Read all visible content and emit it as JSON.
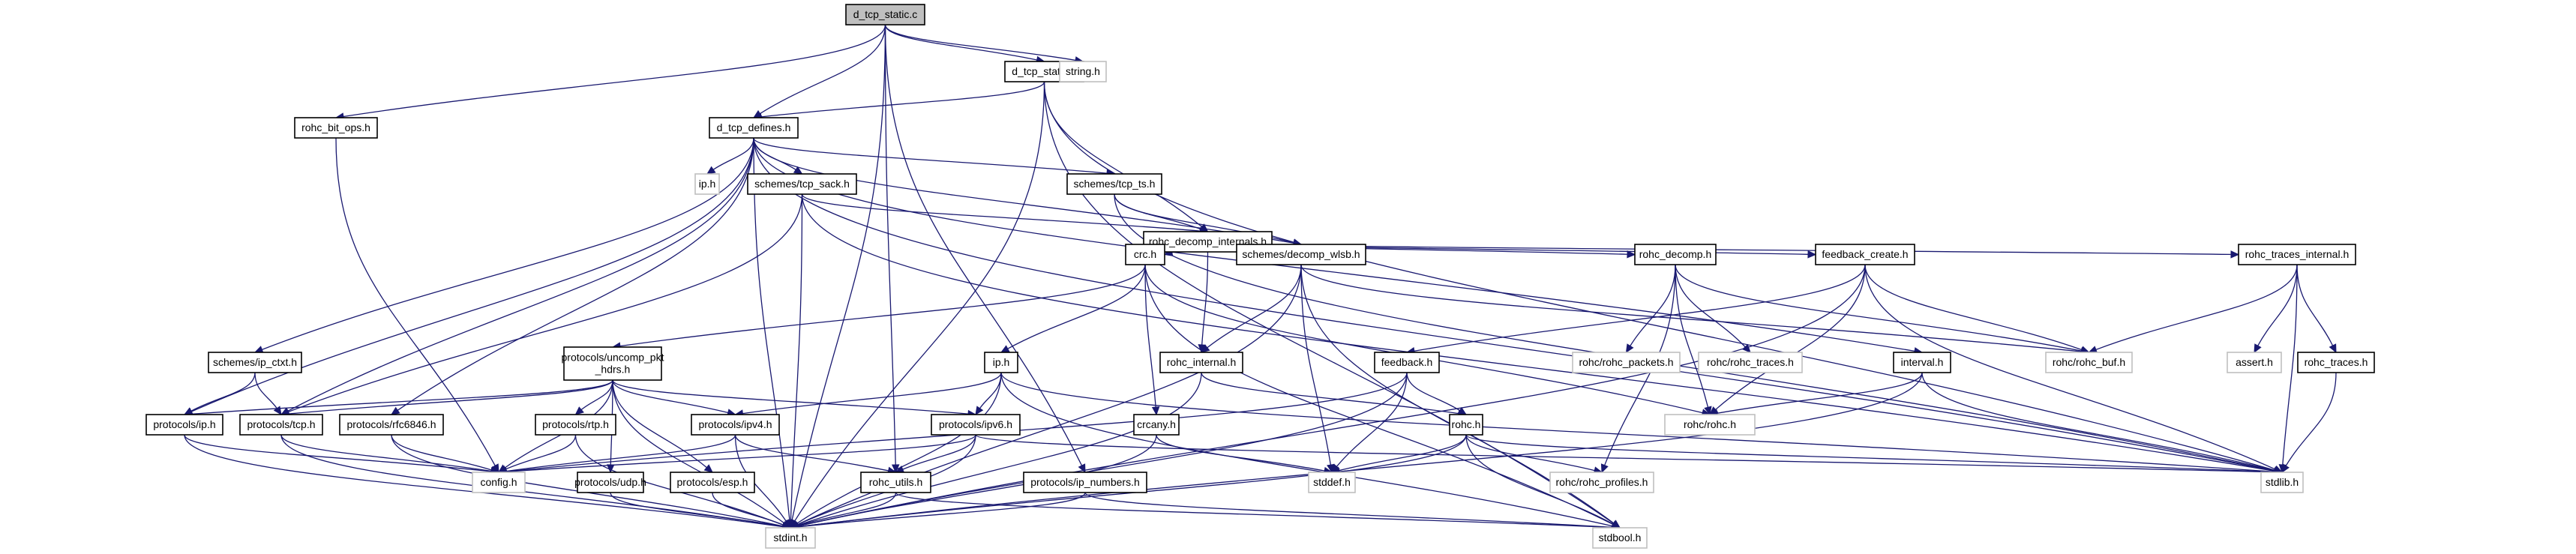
{
  "title": "Include dependency graph for d_tcp_static.c",
  "colors": {
    "edge": "#191970",
    "node_border": "#000000",
    "external_border": "#bfbfbf",
    "root_fill": "#bfbfbf"
  },
  "nodes": [
    {
      "id": "d_tcp_static_c",
      "label": "d_tcp_static.c",
      "kind": "root"
    },
    {
      "id": "rohc_bit_ops_h",
      "label": "rohc_bit_ops.h",
      "kind": "internal"
    },
    {
      "id": "d_tcp_defines_h",
      "label": "d_tcp_defines.h",
      "kind": "internal"
    },
    {
      "id": "d_tcp_static_h",
      "label": "d_tcp_static.h",
      "kind": "internal"
    },
    {
      "id": "string_h",
      "label": "string.h",
      "kind": "external"
    },
    {
      "id": "ip_h_ext",
      "label": "ip.h",
      "kind": "external"
    },
    {
      "id": "tcp_sack_h",
      "label": "schemes/tcp_sack.h",
      "kind": "internal"
    },
    {
      "id": "tcp_ts_h",
      "label": "schemes/tcp_ts.h",
      "kind": "internal"
    },
    {
      "id": "rohc_decomp_internals_h",
      "label": "rohc_decomp_internals.h",
      "kind": "internal"
    },
    {
      "id": "crc_h",
      "label": "crc.h",
      "kind": "internal"
    },
    {
      "id": "decomp_wlsb_h",
      "label": "schemes/decomp_wlsb.h",
      "kind": "internal"
    },
    {
      "id": "rohc_decomp_h",
      "label": "rohc_decomp.h",
      "kind": "internal"
    },
    {
      "id": "feedback_create_h",
      "label": "feedback_create.h",
      "kind": "internal"
    },
    {
      "id": "rohc_traces_internal_h",
      "label": "rohc_traces_internal.h",
      "kind": "internal"
    },
    {
      "id": "ip_ctxt_h",
      "label": "schemes/ip_ctxt.h",
      "kind": "internal"
    },
    {
      "id": "uncomp_pkt_hdrs_h",
      "label": "protocols/uncomp_pkt\n_hdrs.h",
      "kind": "internal"
    },
    {
      "id": "ip_h",
      "label": "ip.h",
      "kind": "internal"
    },
    {
      "id": "rohc_internal_h",
      "label": "rohc_internal.h",
      "kind": "internal"
    },
    {
      "id": "feedback_h",
      "label": "feedback.h",
      "kind": "internal"
    },
    {
      "id": "rohc_packets_h",
      "label": "rohc/rohc_packets.h",
      "kind": "external"
    },
    {
      "id": "rohc_traces_h_ext",
      "label": "rohc/rohc_traces.h",
      "kind": "external"
    },
    {
      "id": "interval_h",
      "label": "interval.h",
      "kind": "internal"
    },
    {
      "id": "rohc_buf_h",
      "label": "rohc/rohc_buf.h",
      "kind": "external"
    },
    {
      "id": "assert_h",
      "label": "assert.h",
      "kind": "external"
    },
    {
      "id": "rohc_traces_h",
      "label": "rohc_traces.h",
      "kind": "internal"
    },
    {
      "id": "protocols_ip_h",
      "label": "protocols/ip.h",
      "kind": "internal"
    },
    {
      "id": "protocols_tcp_h",
      "label": "protocols/tcp.h",
      "kind": "internal"
    },
    {
      "id": "rfc6846_h",
      "label": "protocols/rfc6846.h",
      "kind": "internal"
    },
    {
      "id": "rtp_h",
      "label": "protocols/rtp.h",
      "kind": "internal"
    },
    {
      "id": "ipv4_h",
      "label": "protocols/ipv4.h",
      "kind": "internal"
    },
    {
      "id": "ipv6_h",
      "label": "protocols/ipv6.h",
      "kind": "internal"
    },
    {
      "id": "crcany_h",
      "label": "crcany.h",
      "kind": "internal"
    },
    {
      "id": "rohc_h",
      "label": "rohc.h",
      "kind": "internal"
    },
    {
      "id": "rohc_rohc_h",
      "label": "rohc/rohc.h",
      "kind": "external"
    },
    {
      "id": "config_h",
      "label": "config.h",
      "kind": "external"
    },
    {
      "id": "udp_h",
      "label": "protocols/udp.h",
      "kind": "internal"
    },
    {
      "id": "esp_h",
      "label": "protocols/esp.h",
      "kind": "internal"
    },
    {
      "id": "rohc_utils_h",
      "label": "rohc_utils.h",
      "kind": "internal"
    },
    {
      "id": "ip_numbers_h",
      "label": "protocols/ip_numbers.h",
      "kind": "internal"
    },
    {
      "id": "stddef_h",
      "label": "stddef.h",
      "kind": "external"
    },
    {
      "id": "rohc_profiles_h",
      "label": "rohc/rohc_profiles.h",
      "kind": "external"
    },
    {
      "id": "stdlib_h",
      "label": "stdlib.h",
      "kind": "external"
    },
    {
      "id": "stdint_h",
      "label": "stdint.h",
      "kind": "external"
    },
    {
      "id": "stdbool_h",
      "label": "stdbool.h",
      "kind": "external"
    }
  ],
  "edges": [
    [
      "d_tcp_static_c",
      "rohc_bit_ops_h"
    ],
    [
      "d_tcp_static_c",
      "d_tcp_defines_h"
    ],
    [
      "d_tcp_static_c",
      "d_tcp_static_h"
    ],
    [
      "d_tcp_static_c",
      "string_h"
    ],
    [
      "d_tcp_static_c",
      "rohc_utils_h"
    ],
    [
      "d_tcp_static_c",
      "ip_numbers_h"
    ],
    [
      "d_tcp_static_c",
      "stdint_h"
    ],
    [
      "d_tcp_static_h",
      "d_tcp_defines_h"
    ],
    [
      "d_tcp_static_h",
      "rohc_decomp_internals_h"
    ],
    [
      "d_tcp_static_h",
      "stdint_h"
    ],
    [
      "d_tcp_static_h",
      "stdbool_h"
    ],
    [
      "d_tcp_static_h",
      "stdlib_h"
    ],
    [
      "rohc_bit_ops_h",
      "config_h"
    ],
    [
      "d_tcp_defines_h",
      "ip_h_ext"
    ],
    [
      "d_tcp_defines_h",
      "tcp_sack_h"
    ],
    [
      "d_tcp_defines_h",
      "tcp_ts_h"
    ],
    [
      "d_tcp_defines_h",
      "decomp_wlsb_h"
    ],
    [
      "d_tcp_defines_h",
      "ip_ctxt_h"
    ],
    [
      "d_tcp_defines_h",
      "protocols_ip_h"
    ],
    [
      "d_tcp_defines_h",
      "protocols_tcp_h"
    ],
    [
      "d_tcp_defines_h",
      "rfc6846_h"
    ],
    [
      "d_tcp_defines_h",
      "interval_h"
    ],
    [
      "d_tcp_defines_h",
      "stdint_h"
    ],
    [
      "d_tcp_defines_h",
      "stdlib_h"
    ],
    [
      "tcp_sack_h",
      "rohc_decomp_internals_h"
    ],
    [
      "tcp_sack_h",
      "protocols_tcp_h"
    ],
    [
      "tcp_sack_h",
      "stdint_h"
    ],
    [
      "tcp_sack_h",
      "stdlib_h"
    ],
    [
      "tcp_ts_h",
      "rohc_decomp_internals_h"
    ],
    [
      "tcp_ts_h",
      "decomp_wlsb_h"
    ],
    [
      "tcp_ts_h",
      "stdlib_h"
    ],
    [
      "rohc_decomp_internals_h",
      "crc_h"
    ],
    [
      "rohc_decomp_internals_h",
      "rohc_internal_h"
    ],
    [
      "rohc_decomp_internals_h",
      "rohc_decomp_h"
    ],
    [
      "rohc_decomp_internals_h",
      "feedback_create_h"
    ],
    [
      "rohc_decomp_internals_h",
      "rohc_traces_internal_h"
    ],
    [
      "crc_h",
      "ip_h"
    ],
    [
      "crc_h",
      "crcany_h"
    ],
    [
      "crc_h",
      "uncomp_pkt_hdrs_h"
    ],
    [
      "crc_h",
      "stdbool_h"
    ],
    [
      "crc_h",
      "rohc_rohc_h"
    ],
    [
      "decomp_wlsb_h",
      "rohc_internal_h"
    ],
    [
      "decomp_wlsb_h",
      "stdint_h"
    ],
    [
      "decomp_wlsb_h",
      "stddef_h"
    ],
    [
      "decomp_wlsb_h",
      "stdbool_h"
    ],
    [
      "decomp_wlsb_h",
      "rohc_buf_h"
    ],
    [
      "rohc_decomp_h",
      "rohc_packets_h"
    ],
    [
      "rohc_decomp_h",
      "rohc_traces_h_ext"
    ],
    [
      "rohc_decomp_h",
      "rohc_rohc_h"
    ],
    [
      "rohc_decomp_h",
      "rohc_profiles_h"
    ],
    [
      "rohc_decomp_h",
      "rohc_buf_h"
    ],
    [
      "feedback_create_h",
      "feedback_h"
    ],
    [
      "feedback_create_h",
      "rohc_buf_h"
    ],
    [
      "feedback_create_h",
      "stdlib_h"
    ],
    [
      "feedback_create_h",
      "stdint_h"
    ],
    [
      "feedback_create_h",
      "rohc_rohc_h"
    ],
    [
      "rohc_traces_internal_h",
      "rohc_buf_h"
    ],
    [
      "rohc_traces_internal_h",
      "assert_h"
    ],
    [
      "rohc_traces_internal_h",
      "rohc_traces_h"
    ],
    [
      "rohc_traces_internal_h",
      "stdlib_h"
    ],
    [
      "ip_ctxt_h",
      "protocols_ip_h"
    ],
    [
      "ip_ctxt_h",
      "protocols_tcp_h"
    ],
    [
      "uncomp_pkt_hdrs_h",
      "protocols_ip_h"
    ],
    [
      "uncomp_pkt_hdrs_h",
      "protocols_tcp_h"
    ],
    [
      "uncomp_pkt_hdrs_h",
      "rtp_h"
    ],
    [
      "uncomp_pkt_hdrs_h",
      "ipv4_h"
    ],
    [
      "uncomp_pkt_hdrs_h",
      "ipv6_h"
    ],
    [
      "uncomp_pkt_hdrs_h",
      "udp_h"
    ],
    [
      "uncomp_pkt_hdrs_h",
      "esp_h"
    ],
    [
      "uncomp_pkt_hdrs_h",
      "config_h"
    ],
    [
      "uncomp_pkt_hdrs_h",
      "stdint_h"
    ],
    [
      "ip_h",
      "ipv4_h"
    ],
    [
      "ip_h",
      "ipv6_h"
    ],
    [
      "ip_h",
      "stdint_h"
    ],
    [
      "ip_h",
      "stdbool_h"
    ],
    [
      "ip_h",
      "stdlib_h"
    ],
    [
      "rohc_internal_h",
      "rohc_h"
    ],
    [
      "rohc_internal_h",
      "stdint_h"
    ],
    [
      "feedback_h",
      "rohc_h"
    ],
    [
      "feedback_h",
      "config_h"
    ],
    [
      "feedback_h",
      "stddef_h"
    ],
    [
      "feedback_h",
      "stdint_h"
    ],
    [
      "interval_h",
      "rohc_rohc_h"
    ],
    [
      "interval_h",
      "stdint_h"
    ],
    [
      "interval_h",
      "stdlib_h"
    ],
    [
      "protocols_ip_h",
      "config_h"
    ],
    [
      "protocols_ip_h",
      "stdint_h"
    ],
    [
      "protocols_tcp_h",
      "config_h"
    ],
    [
      "protocols_tcp_h",
      "stdint_h"
    ],
    [
      "rfc6846_h",
      "config_h"
    ],
    [
      "rfc6846_h",
      "stdint_h"
    ],
    [
      "rtp_h",
      "config_h"
    ],
    [
      "rtp_h",
      "stdint_h"
    ],
    [
      "ipv4_h",
      "config_h"
    ],
    [
      "ipv4_h",
      "rohc_utils_h"
    ],
    [
      "ipv4_h",
      "stdint_h"
    ],
    [
      "ipv6_h",
      "config_h"
    ],
    [
      "ipv6_h",
      "rohc_utils_h"
    ],
    [
      "ipv6_h",
      "stdint_h"
    ],
    [
      "ipv6_h",
      "stdlib_h"
    ],
    [
      "crcany_h",
      "stddef_h"
    ],
    [
      "crcany_h",
      "stdint_h"
    ],
    [
      "rohc_h",
      "stddef_h"
    ],
    [
      "rohc_h",
      "stdint_h"
    ],
    [
      "rohc_h",
      "stdbool_h"
    ],
    [
      "rohc_h",
      "rohc_profiles_h"
    ],
    [
      "rohc_h",
      "stdlib_h"
    ],
    [
      "udp_h",
      "stdint_h"
    ],
    [
      "esp_h",
      "stdint_h"
    ],
    [
      "rohc_utils_h",
      "stdint_h"
    ],
    [
      "rohc_utils_h",
      "stdbool_h"
    ],
    [
      "ip_numbers_h",
      "stdint_h"
    ],
    [
      "ip_numbers_h",
      "stdbool_h"
    ],
    [
      "rohc_traces_h",
      "stdlib_h"
    ]
  ]
}
